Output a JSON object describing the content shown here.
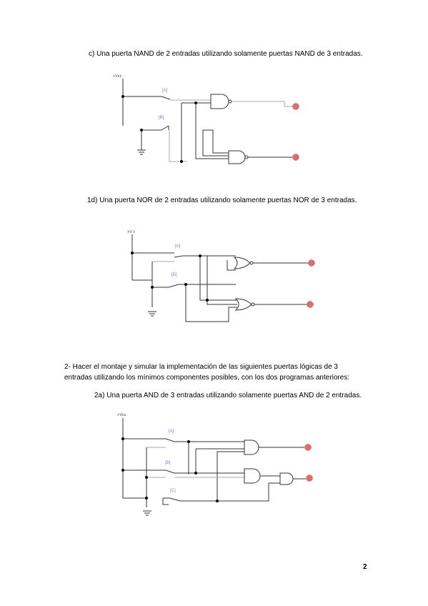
{
  "doc": {
    "item_c": "c) Una puerta NAND de 2 entradas utilizando solamente puertas NAND de 3 entradas.",
    "item_1d": "1d) Una puerta NOR de 2 entradas utilizando solamente puertas NOR de 3 entradas.",
    "section2_line1": "2- Hacer el montaje y simular la implementación de las siguientes puertas lógicas de 3",
    "section2_line2": "entradas utilizando los mínimos componentes posibles, con los dos programas anteriores:",
    "item_2a": "2a) Una puerta AND de 3 entradas utilizando solamente puertas AND de 2 entradas.",
    "page_number": "2"
  },
  "circuits": {
    "nand": {
      "vcc": "+Vcc",
      "switch_a": "[A]",
      "switch_b": "[B]"
    },
    "nor": {
      "vcc": "+V c",
      "switch_a": "[A]",
      "switch_b": "[D]"
    },
    "and3": {
      "vcc": "+Vcc",
      "switch_a": "[A]",
      "switch_b": "[B]",
      "switch_c": "[C]"
    }
  },
  "colors": {
    "led": "#e06b6b",
    "switch_label": "#7b7bd0"
  }
}
